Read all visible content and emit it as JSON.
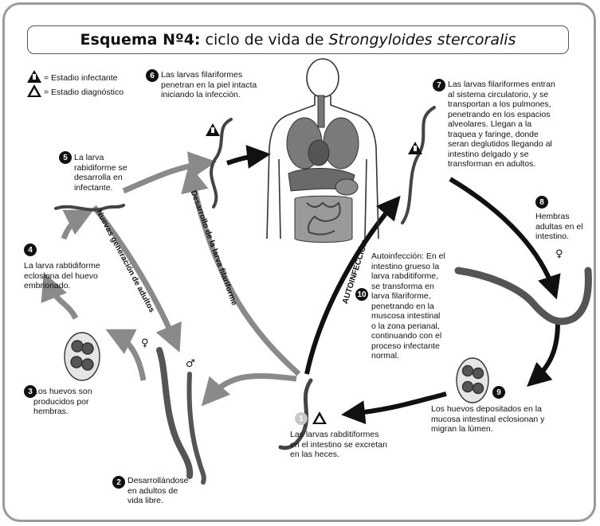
{
  "title": {
    "bold": "Esquema Nº4:",
    "plain": "ciclo de vida de",
    "italic": "Strongyloides stercoralis"
  },
  "legend": {
    "infective": "= Estadio infectante",
    "diagnostic": "= Estadio diagnóstico"
  },
  "steps": [
    {
      "num": "1",
      "text": "Las larvas rabditiformes\nen el intestino se excretan\nen las heces."
    },
    {
      "num": "2",
      "text": "Desarrollándose\nen adultos de\nvida libre."
    },
    {
      "num": "3",
      "text": "Los huevos son\nproducidos por\nhembras."
    },
    {
      "num": "4",
      "text": "La larva rabtidiforme\neclosiona del huevo\nembrionado."
    },
    {
      "num": "5",
      "text": "La larva\nrabidiforme se\ndesarrolla en\ninfectante."
    },
    {
      "num": "6",
      "text": "Las larvas filariformes\npenetran en la piel intacta\niniciando la infección."
    },
    {
      "num": "7",
      "text": "Las larvas filariformes entran\nal sistema circulatorio, y se\ntransportan a los pulmones,\npenetrando en los espacios\nalveolares. Llegan a la\ntraquea y faringe, donde\nseran deglutidos llegando al\nintestino delgado y se\ntransforman en adultos."
    },
    {
      "num": "8",
      "text": "Hembras\nadultas en el\nintestino."
    },
    {
      "num": "9",
      "text": "Los huevos depositados en la\nmucosa intestinal eclosionan y\nmigran la lúmen."
    },
    {
      "num": "10",
      "text": "Autoinfección: En el\nintestino grueso la\nlarva rabditiforme,\nse transforma en\nlarva filariforme,\npenetrando en la\nmuscosa intestinal\no la zona perianal,\ncontinuando con el\nproceso infectante\nnormal."
    }
  ],
  "arrow_labels": {
    "new_generation": "Nuevas generación de adultos",
    "filariform": "Desarrollo de la larva filariforme",
    "autoinfection": "AUTOINFECCIÓN"
  },
  "symbols": {
    "female": "♀",
    "male": "♂"
  },
  "colors": {
    "cycle_arrow": "#8a8a8a",
    "auto_arrow": "#111111",
    "border": "#9a9a9a",
    "organ": "#6f6f6f"
  }
}
